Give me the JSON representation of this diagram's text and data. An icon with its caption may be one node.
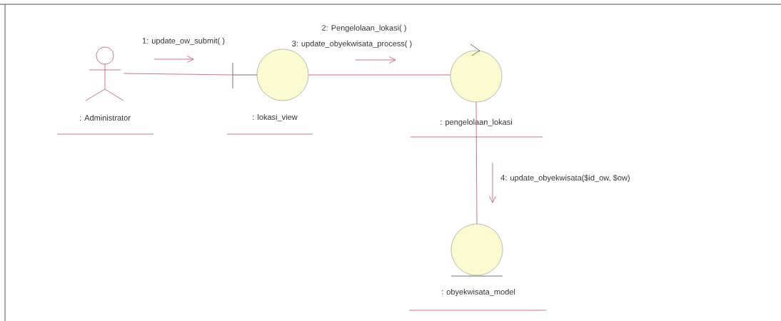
{
  "diagram": {
    "nodes": [
      {
        "text": [
          ": Administrator"
        ]
      },
      {
        "text": [
          ": lokasi_view"
        ]
      },
      {
        "text": [
          ": pengelolaan_lokasi"
        ]
      },
      {
        "text": [
          ": obyekwisata_model"
        ]
      }
    ],
    "edges": [
      {
        "from": 0,
        "to": 1,
        "arrow": "none"
      },
      {
        "from": 1,
        "to": 2,
        "arrow": "none"
      },
      {
        "from": 2,
        "to": 3,
        "arrow": "none"
      }
    ],
    "labels": [
      "1: update_ow_submit( )",
      "2: Pengelolaan_lokasi( )",
      "3: update_obyekwisata_process( )",
      "4: update_obyekwisata($id_ow, $ow)"
    ]
  }
}
